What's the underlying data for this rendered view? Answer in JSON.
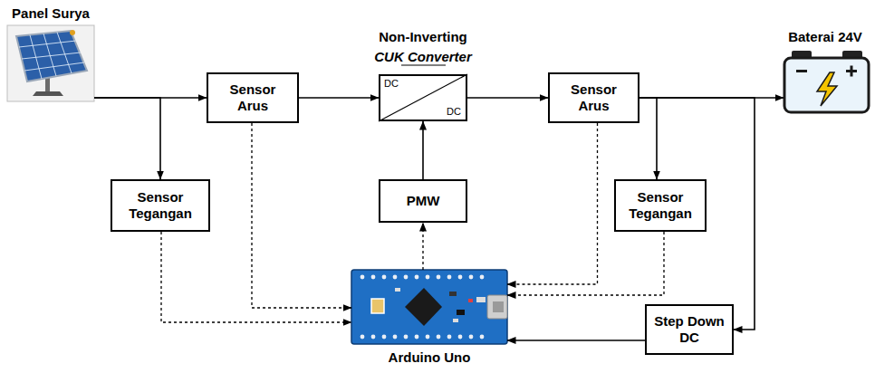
{
  "diagram": {
    "nodes": [
      {
        "text": [
          "Panel Surya"
        ]
      },
      {
        "text": [
          "Sensor Arus"
        ]
      },
      {
        "text": [
          "Non-Inverting",
          "CUK Converter",
          "DC",
          "DC"
        ]
      },
      {
        "text": [
          "Sensor Arus"
        ]
      },
      {
        "text": [
          "Baterai 24V"
        ]
      },
      {
        "text": [
          "Sensor Tegangan"
        ]
      },
      {
        "text": [
          "PMW"
        ]
      },
      {
        "text": [
          "Sensor Tegangan"
        ]
      },
      {
        "text": [
          "Arduino Uno"
        ]
      },
      {
        "text": [
          "Step Down DC"
        ]
      }
    ],
    "edges": [
      {
        "from": 0,
        "to": 1,
        "arrow": "to"
      },
      {
        "from": 0,
        "to": 5,
        "arrow": "to"
      },
      {
        "from": 1,
        "to": 2,
        "arrow": "to"
      },
      {
        "from": 2,
        "to": 3,
        "arrow": "to"
      },
      {
        "from": 3,
        "to": 4,
        "arrow": "to"
      },
      {
        "from": 3,
        "to": 7,
        "arrow": "to"
      },
      {
        "from": 3,
        "to": 9,
        "arrow": "to"
      },
      {
        "from": 6,
        "to": 2,
        "arrow": "to"
      },
      {
        "from": 8,
        "to": 6,
        "arrow": "to"
      },
      {
        "from": 5,
        "to": 8,
        "arrow": "to"
      },
      {
        "from": 1,
        "to": 8,
        "arrow": "to"
      },
      {
        "from": 3,
        "to": 8,
        "arrow": "to"
      },
      {
        "from": 7,
        "to": 8,
        "arrow": "to"
      },
      {
        "from": 9,
        "to": 8,
        "arrow": "to"
      }
    ]
  }
}
